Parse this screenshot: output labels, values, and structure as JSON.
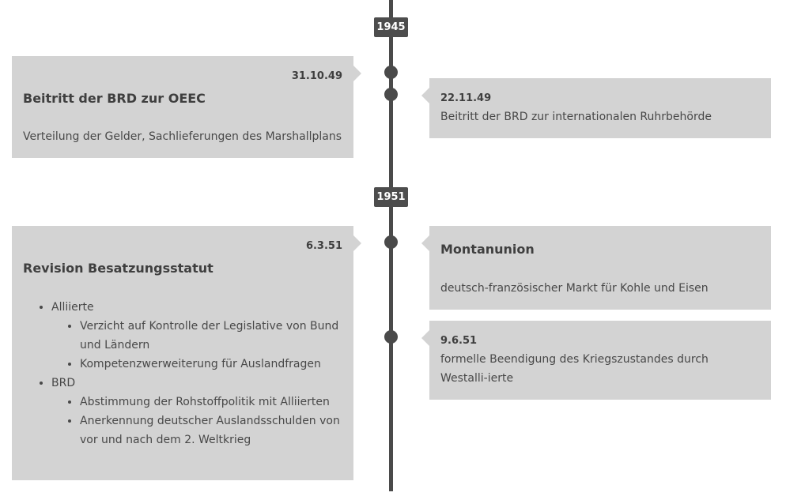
{
  "years": [
    "1945",
    "1951"
  ],
  "events": {
    "e1": {
      "date": "31.10.49",
      "title": "Beitritt der BRD zur OEEC",
      "text": "Verteilung der Gelder, Sachlieferungen des Marshallplans"
    },
    "e2": {
      "date": "22.11.49",
      "text": "Beitritt der BRD zur internationalen Ruhrbehörde"
    },
    "e3": {
      "date": "6.3.51",
      "title": "Revision Besatzungsstatut",
      "list": [
        {
          "label": "Alliierte",
          "items": [
            "Verzicht auf Kontrolle der Legislative von Bund und Ländern",
            "Kompetenzwerweiterung für Auslandfragen"
          ]
        },
        {
          "label": "BRD",
          "items": [
            "Abstimmung der Rohstoffpolitik mit Alliierten",
            "Anerkennung deutscher Auslandsschulden von vor und nach dem 2. Weltkrieg"
          ]
        }
      ]
    },
    "e4": {
      "title": "Montanunion",
      "text": "deutsch-französischer Markt für Kohle und Eisen"
    },
    "e5": {
      "date": "9.6.51",
      "text": "formelle Beendigung des Kriegszustandes durch Westalli-ierte"
    }
  }
}
